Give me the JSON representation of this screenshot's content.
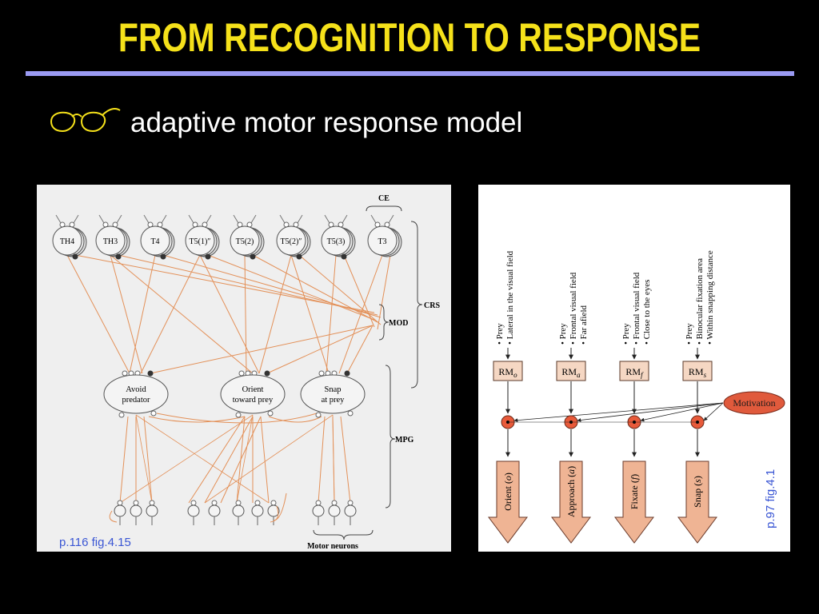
{
  "slide": {
    "title": "FROM RECOGNITION TO RESPONSE",
    "bullet_icon": "glasses-icon",
    "subtitle": "adaptive motor response model"
  },
  "fig_left": {
    "caption": "p.116 fig.4.15",
    "detectors": [
      "TH4",
      "TH3",
      "T4",
      "T5(1)″",
      "T5(2)",
      "T5(2)″",
      "T5(3)",
      "T3"
    ],
    "ce_label": "CE",
    "crs_label": "CRS",
    "mod_label": "MOD",
    "mpg_label": "MPG",
    "motor_label": "Motor neurons",
    "generators": [
      {
        "line1": "Avoid",
        "line2": "predator"
      },
      {
        "line1": "Orient",
        "line2": "toward prey"
      },
      {
        "line1": "Snap",
        "line2": "at prey"
      }
    ],
    "colors": {
      "connection": "#e39058",
      "node_fill": "#f4f4f4",
      "node_stroke": "#555555",
      "dark_node": "#333333"
    }
  },
  "fig_right": {
    "caption": "p.97 fig.4.1",
    "columns": [
      {
        "stimuli": [
          "• Prey",
          "• Lateral in the visual field"
        ],
        "rm_base": "RM",
        "rm_sub": "o",
        "action": "Orient",
        "action_sub": "o"
      },
      {
        "stimuli": [
          "• Prey",
          "• Frontal visual field",
          "• Far afield"
        ],
        "rm_base": "RM",
        "rm_sub": "a",
        "action": "Approach",
        "action_sub": "a"
      },
      {
        "stimuli": [
          "• Prey",
          "• Frontal visual field",
          "• Close to the eyes"
        ],
        "rm_base": "RM",
        "rm_sub": "f",
        "action": "Fixate",
        "action_sub": "f"
      },
      {
        "stimuli": [
          "• Prey",
          "• Binocular fixation area",
          "• Within snapping distance"
        ],
        "rm_base": "RM",
        "rm_sub": "s",
        "action": "Snap",
        "action_sub": "s"
      }
    ],
    "motivation_label": "Motivation",
    "colors": {
      "rm_fill": "#f5d7c3",
      "node_fill": "#e85a3a",
      "arrow_fill": "#efb494",
      "motivation_fill": "#e05a3c",
      "caption": "#3a56d4"
    }
  }
}
